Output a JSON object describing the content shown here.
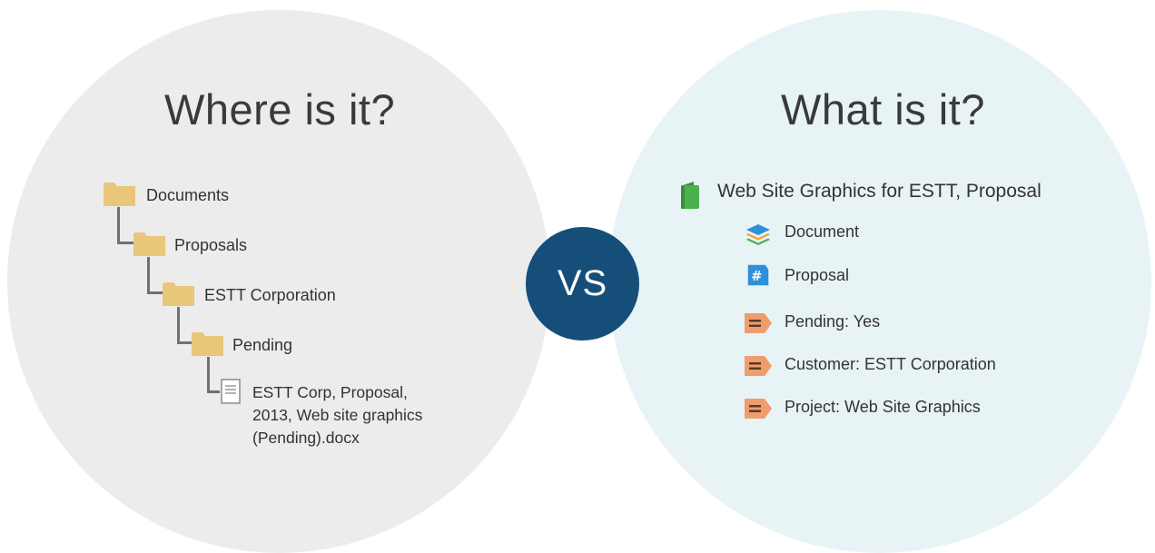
{
  "left": {
    "heading": "Where is it?",
    "tree": [
      {
        "label": "Documents"
      },
      {
        "label": "Proposals"
      },
      {
        "label": "ESTT Corporation"
      },
      {
        "label": "Pending"
      }
    ],
    "file": {
      "line1": "ESTT Corp, Proposal,",
      "line2": "2013, Web site graphics",
      "line3": "(Pending).docx"
    }
  },
  "center": {
    "vs": "VS"
  },
  "right": {
    "heading": "What is it?",
    "item_title": "Web Site Graphics for ESTT, Proposal",
    "properties": [
      {
        "label": "Document",
        "icon": "stack-icon"
      },
      {
        "label": "Proposal",
        "icon": "hash-icon"
      },
      {
        "label": "Pending: Yes",
        "icon": "tag-icon"
      },
      {
        "label": "Customer: ESTT Corporation",
        "icon": "tag-icon"
      },
      {
        "label": "Project: Web Site Graphics",
        "icon": "tag-icon"
      }
    ]
  },
  "colors": {
    "left_circle": "#ececec",
    "right_circle": "#e8f3f6",
    "vs_circle": "#154e79",
    "folder": "#e8c77a",
    "tag": "#ef9d6b",
    "book": "#4caf50"
  }
}
